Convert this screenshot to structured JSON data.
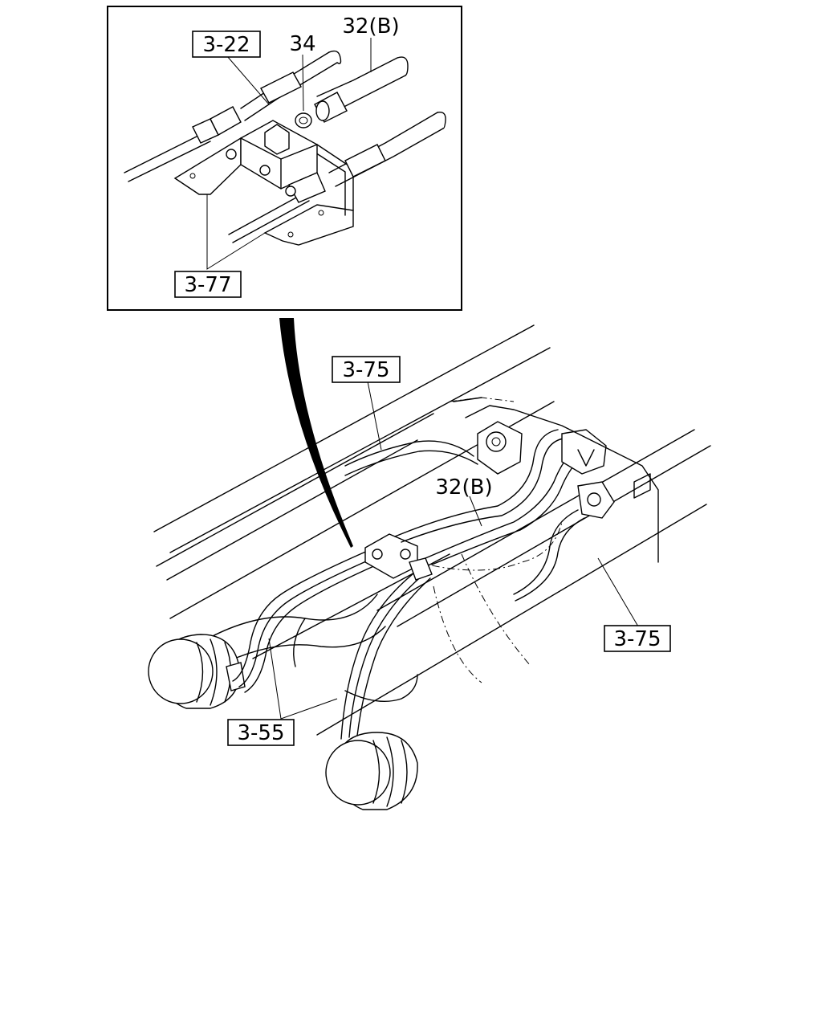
{
  "callouts": {
    "part_3_22": "3-22",
    "part_34": "34",
    "part_32b_inset": "32(B)",
    "part_3_77": "3-77",
    "part_3_75_top": "3-75",
    "part_32b_main": "32(B)",
    "part_3_75_right": "3-75",
    "part_3_55": "3-55"
  }
}
